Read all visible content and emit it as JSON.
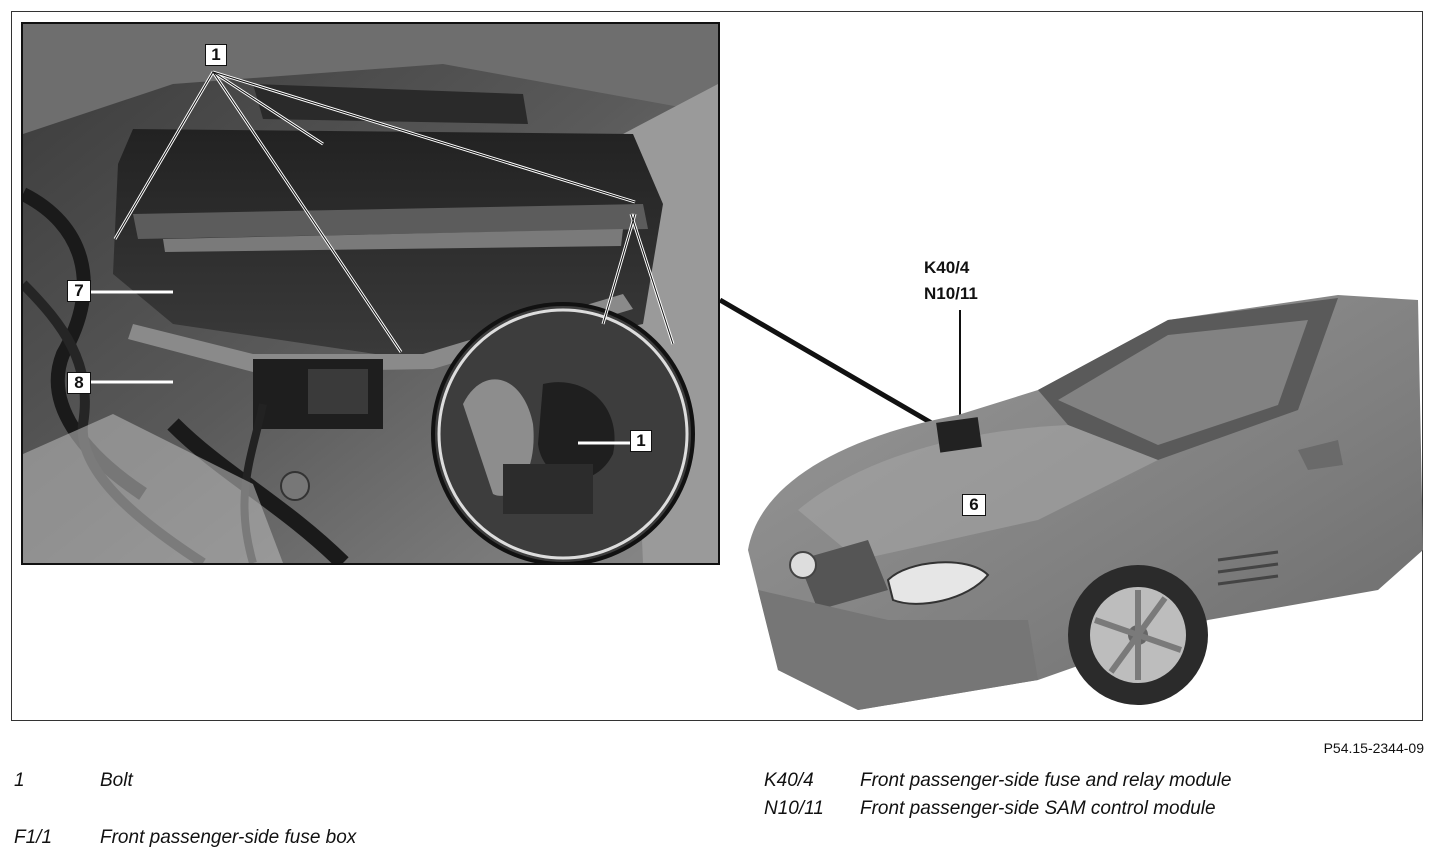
{
  "figure_ref": "P54.15-2344-09",
  "callouts": {
    "bolt_top": "1",
    "bolt_zoom": "1",
    "item_7": "7",
    "item_8": "8",
    "item_6": "6",
    "k40": "K40/4",
    "n10": "N10/11"
  },
  "legend": {
    "left": [
      {
        "code": "1",
        "desc": "Bolt"
      },
      {
        "code": "F1/1",
        "desc": "Front passenger-side fuse box"
      }
    ],
    "right": [
      {
        "code": "K40/4",
        "desc": "Front passenger-side fuse and relay module"
      },
      {
        "code": "N10/11",
        "desc": "Front passenger-side SAM control module"
      }
    ]
  },
  "colors": {
    "ink": "#111111",
    "photo_dark": "#2a2a2a",
    "car_body": "#8c8c8c"
  }
}
